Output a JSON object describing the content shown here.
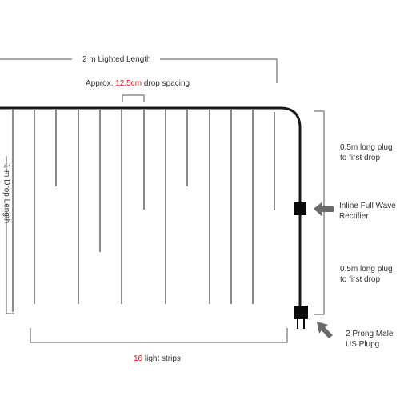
{
  "labels": {
    "lighted_length": "2 m Lighted Length",
    "drop_spacing_prefix": "Approx.",
    "drop_spacing_value": "12.5cm",
    "drop_spacing_suffix": "drop spacing",
    "drop_length": "1 m Drop Length",
    "plug_to_first_drop_top_1": "0.5m long plug",
    "plug_to_first_drop_top_2": "to first drop",
    "rectifier_1": "Inline Full Wave",
    "rectifier_2": "Rectifier",
    "plug_to_first_drop_bottom_1": "0.5m long plug",
    "plug_to_first_drop_bottom_2": "to first drop",
    "strip_count": "16",
    "strip_suffix": "light strips",
    "plug_1": "2 Prong Male",
    "plug_2": "US Plupg"
  },
  "colors": {
    "line": "#1a1a1a",
    "dimension": "#555555",
    "highlight": "#d01818",
    "arrow": "#6a6a6a"
  },
  "icons": {
    "rectifier": "rectifier-box-icon",
    "plug": "plug-icon",
    "pointer": "arrow-icon"
  }
}
